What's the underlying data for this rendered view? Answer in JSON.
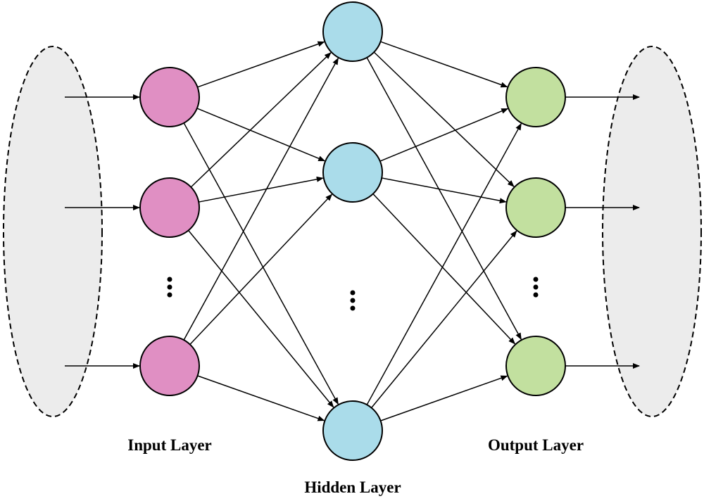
{
  "labels": {
    "input_layer": "Input Layer",
    "hidden_layer": "Hidden Layer",
    "output_layer": "Output Layer"
  },
  "colors": {
    "input_node": "#e08fc3",
    "hidden_node": "#aadcea",
    "output_node": "#c2e09f",
    "container_fill": "#ececec",
    "stroke": "#000000"
  },
  "network": {
    "input_nodes_drawn": 3,
    "hidden_nodes_drawn": 3,
    "output_nodes_drawn": 3,
    "fully_connected": true,
    "ellipsis_between_last_two": true
  }
}
